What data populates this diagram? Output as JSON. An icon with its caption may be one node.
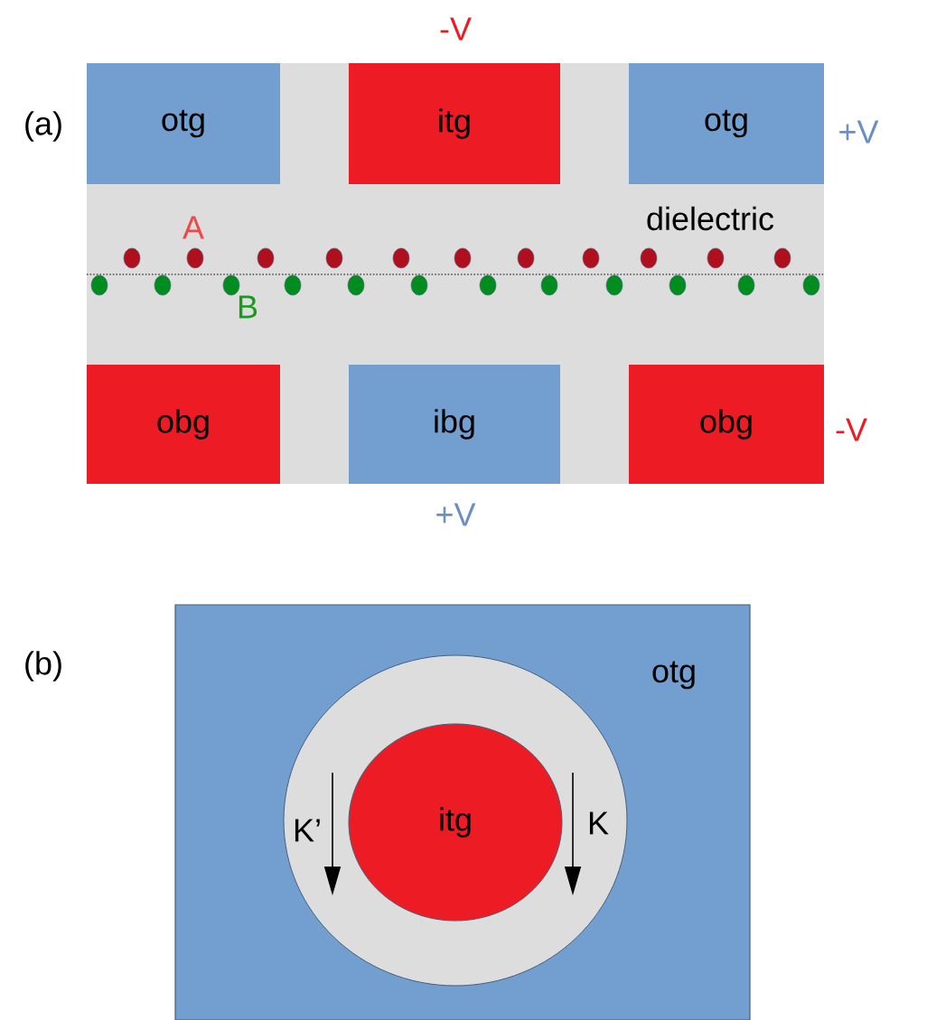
{
  "diagram": {
    "nodes": [
      {
        "text": [
          "dielectric"
        ]
      },
      {
        "text": [
          "otg"
        ],
        "in": 0
      },
      {
        "text": [
          "itg"
        ],
        "in": 0,
        "beside": [
          "-V"
        ]
      },
      {
        "text": [
          "otg"
        ],
        "in": 0,
        "beside": [
          "+V"
        ]
      },
      {
        "text": [
          "obg"
        ],
        "in": 0
      },
      {
        "text": [
          "ibg"
        ],
        "in": 0,
        "beside": [
          "+V"
        ]
      },
      {
        "text": [
          "obg"
        ],
        "in": 0,
        "beside": [
          "-V"
        ]
      },
      {
        "text": [
          "otg"
        ]
      },
      {
        "text": [],
        "shape": "circle",
        "in": 7
      },
      {
        "text": [
          "itg"
        ],
        "in": 8
      }
    ],
    "labels": [
      "(a)",
      "A",
      "B",
      "(b)",
      "K’",
      "K"
    ]
  }
}
